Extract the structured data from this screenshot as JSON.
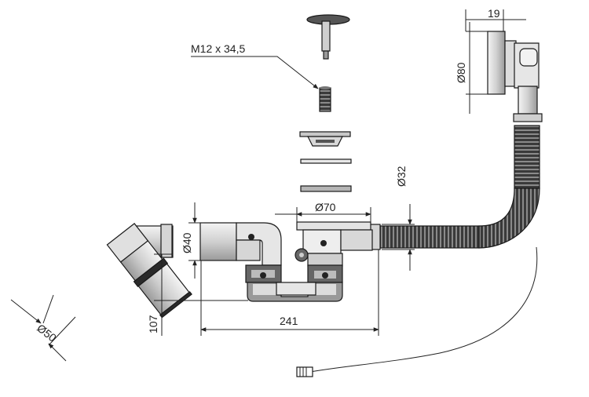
{
  "dimensions": {
    "bolt": "M12 x 34,5",
    "overflow_height": "19",
    "overflow_dia": "Ø80",
    "flex_hose_dia": "Ø32",
    "drain_dia": "Ø70",
    "inlet_dia": "Ø40",
    "outlet_dia": "Ø50",
    "height": "107",
    "length": "241"
  },
  "colors": {
    "line": "#222222",
    "grey_light": "#dcdcdc",
    "grey_mid": "#b8b8b8",
    "grey_dark": "#555555",
    "black": "#1a1a1a"
  }
}
